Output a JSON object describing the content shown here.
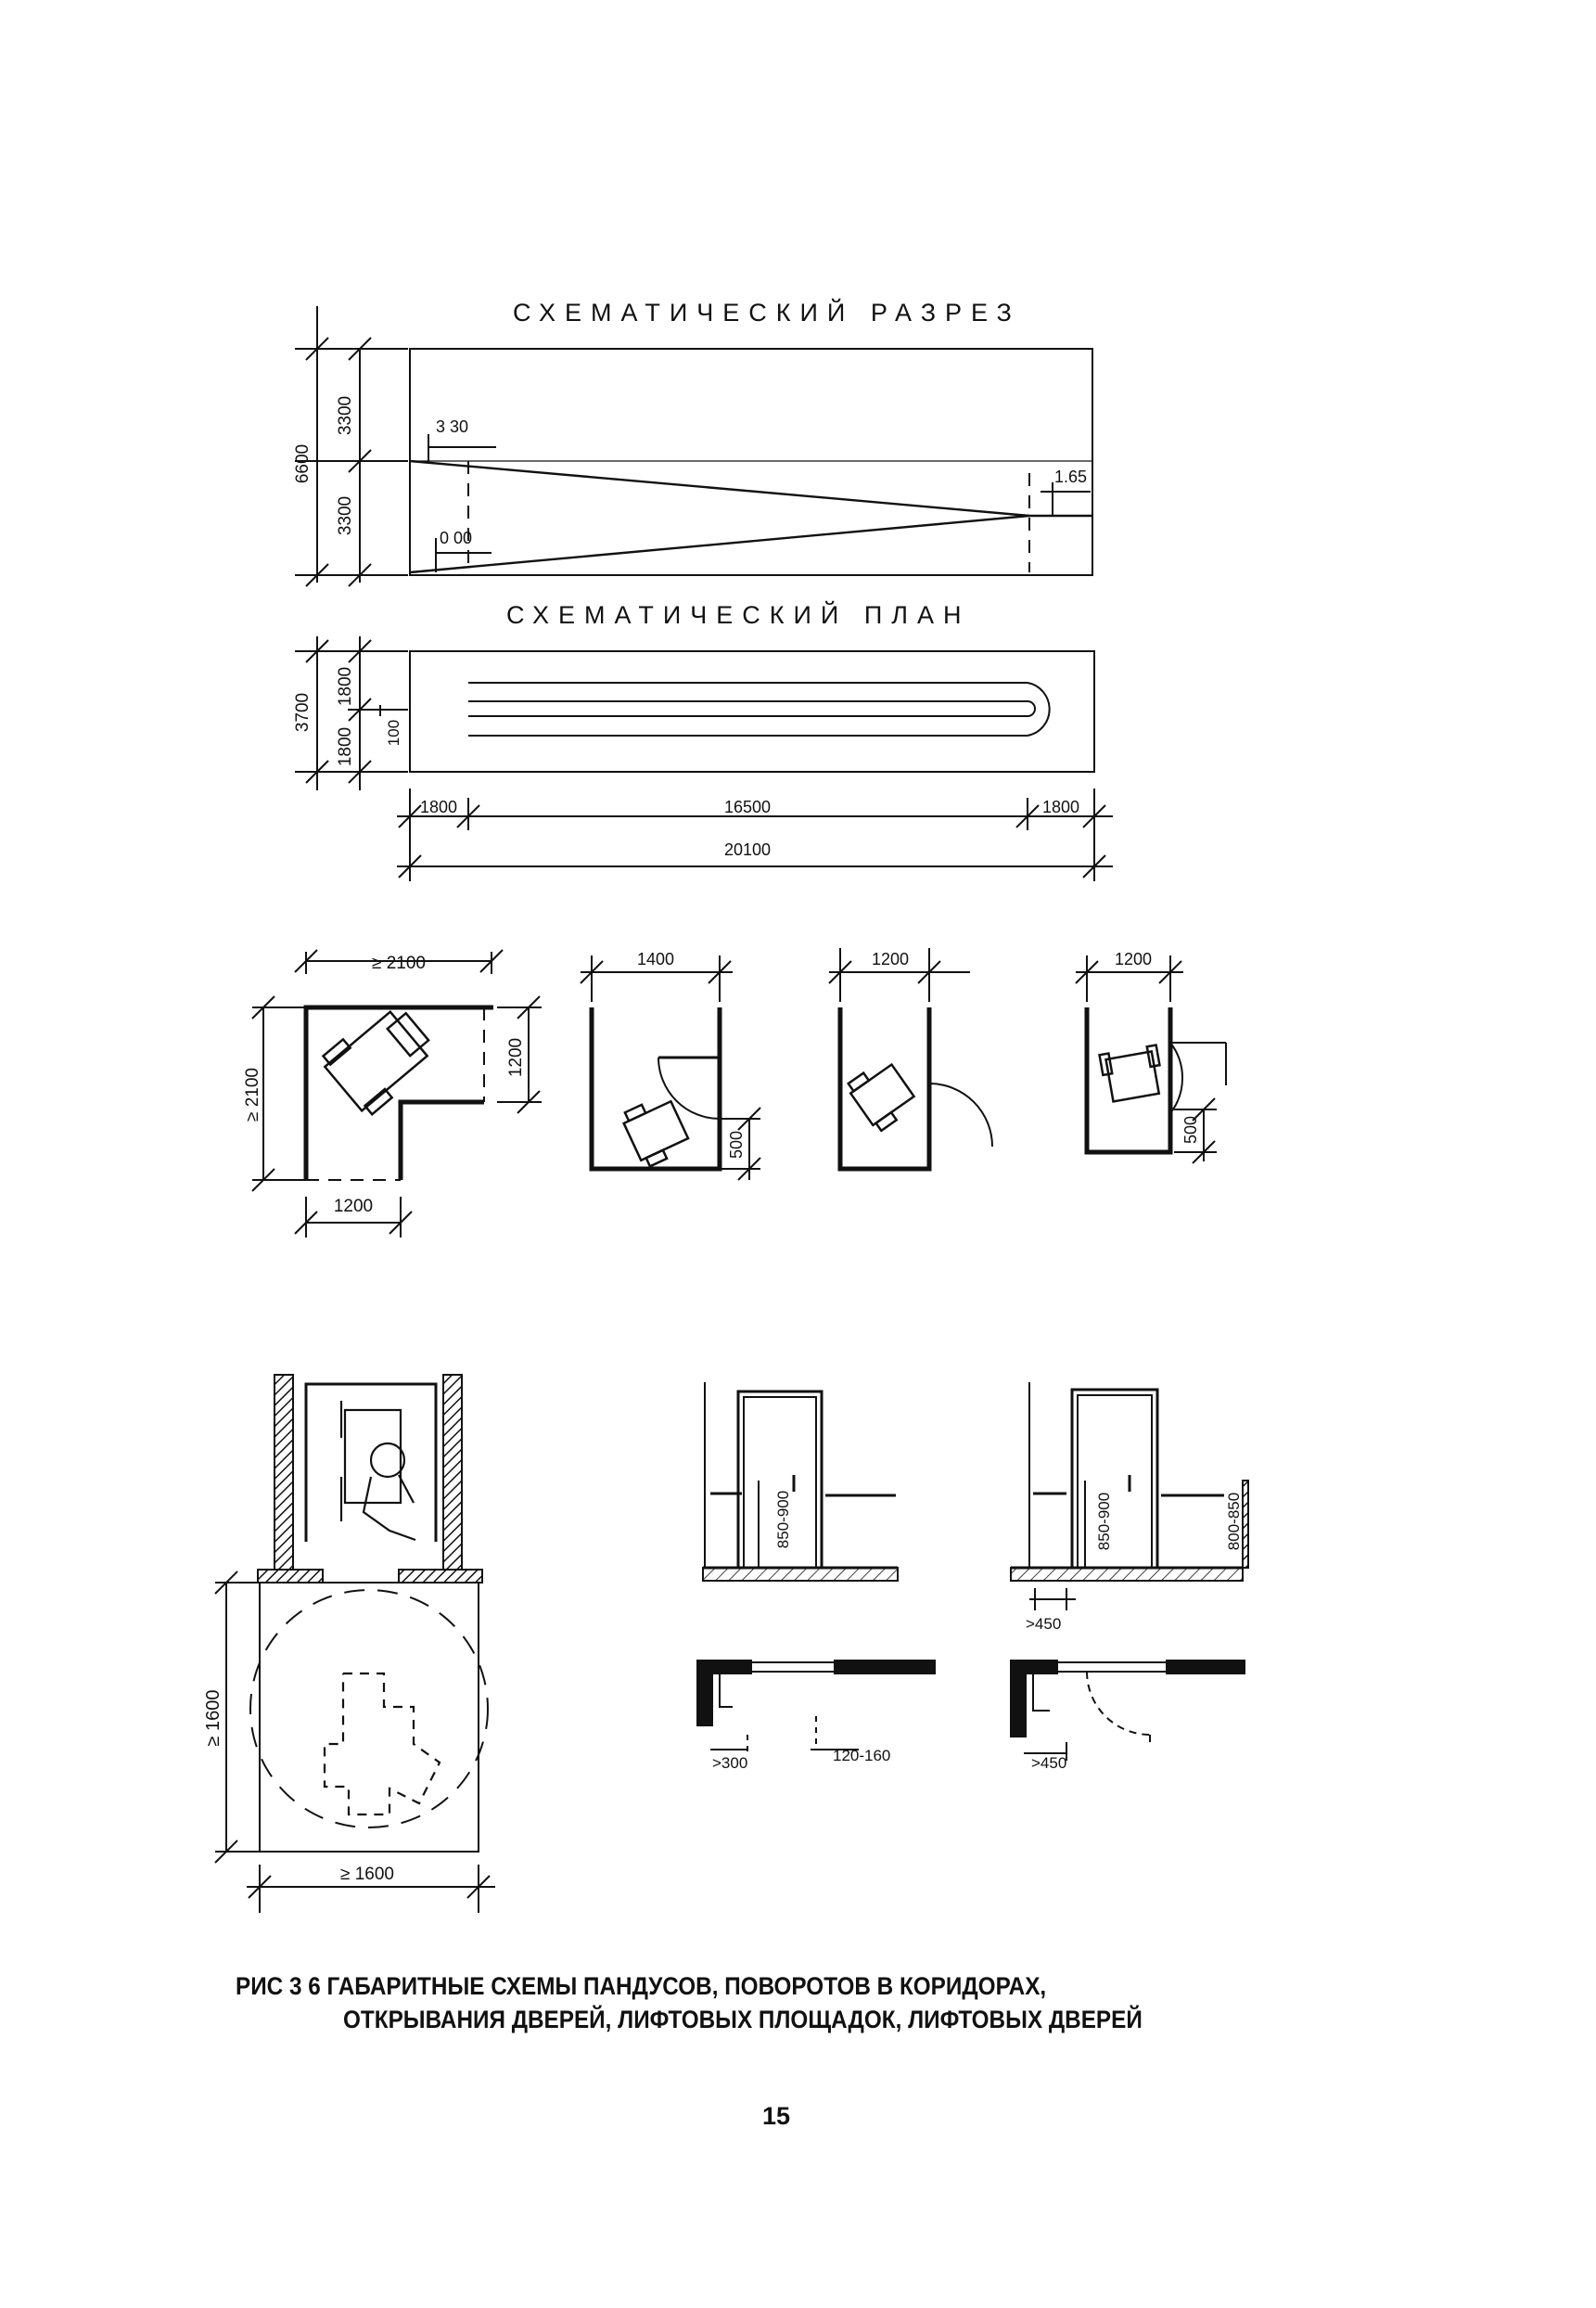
{
  "section": {
    "title": "СХЕМАТИЧЕСКИЙ РАЗРЕЗ",
    "dims_vertical": [
      "3300",
      "3300",
      "6600"
    ],
    "level_top": "3 30",
    "level_bottom": "0 00",
    "level_mid": "1.65"
  },
  "plan": {
    "title": "СХЕМАТИЧЕСКИЙ ПЛАН",
    "dims_vertical": [
      "1800",
      "1800",
      "3700",
      "100"
    ],
    "dims_horizontal": [
      "1800",
      "16500",
      "1800"
    ],
    "dims_total": "20100"
  },
  "turns": {
    "corridor": {
      "top": "≥ 2100",
      "left": "≥ 2100",
      "right": "1200",
      "bottom": "1200"
    },
    "door1": {
      "top": "1400",
      "side": "500"
    },
    "door2": {
      "top": "1200"
    },
    "door3": {
      "top": "1200",
      "side": "500"
    }
  },
  "lift": {
    "landing_height": "≥ 1600",
    "landing_width": "≥ 1600",
    "handle_height_1": "850-900",
    "handle_height_2": "850-900",
    "rail_height": "800-850",
    "offset_1": ">300",
    "offset_2": "120-160",
    "offset_3": ">450",
    "offset_4": ">450"
  },
  "caption": {
    "line1": "РИС 3 6  ГАБАРИТНЫЕ СХЕМЫ ПАНДУСОВ, ПОВОРОТОВ В КОРИДОРАХ,",
    "line2": "ОТКРЫВАНИЯ ДВЕРЕЙ, ЛИФТОВЫХ ПЛОЩАДОК, ЛИФТОВЫХ ДВЕРЕЙ"
  },
  "page_number": "15"
}
